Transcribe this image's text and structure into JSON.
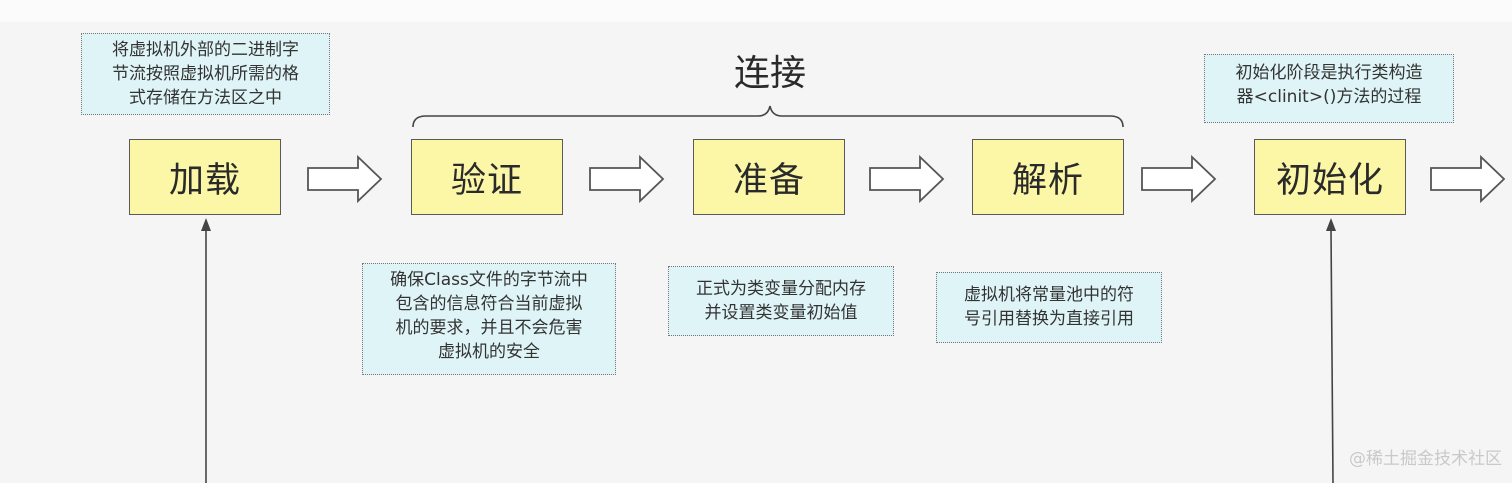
{
  "stages": {
    "loading": "加载",
    "verification": "验证",
    "preparation": "准备",
    "resolution": "解析",
    "initialization": "初始化"
  },
  "group_label": "连接",
  "notes": {
    "loading": [
      "将虚拟机外部的二进制字",
      "节流按照虚拟机所需的格",
      "式存储在方法区之中"
    ],
    "verification": [
      "确保Class文件的字节流中",
      "包含的信息符合当前虚拟",
      "机的要求，并且不会危害",
      "虚拟机的安全"
    ],
    "preparation": [
      "正式为类变量分配内存",
      "并设置类变量初始值"
    ],
    "resolution": [
      "虚拟机将常量池中的符",
      "号引用替换为直接引用"
    ],
    "initialization": [
      "初始化阶段是执行类构造",
      "器<clinit>()方法的过程"
    ]
  },
  "watermark": "@稀土掘金技术社区",
  "colors": {
    "stage_fill": "#fbf7a7",
    "note_fill": "#dff4f7",
    "background": "#f5f5f5"
  }
}
